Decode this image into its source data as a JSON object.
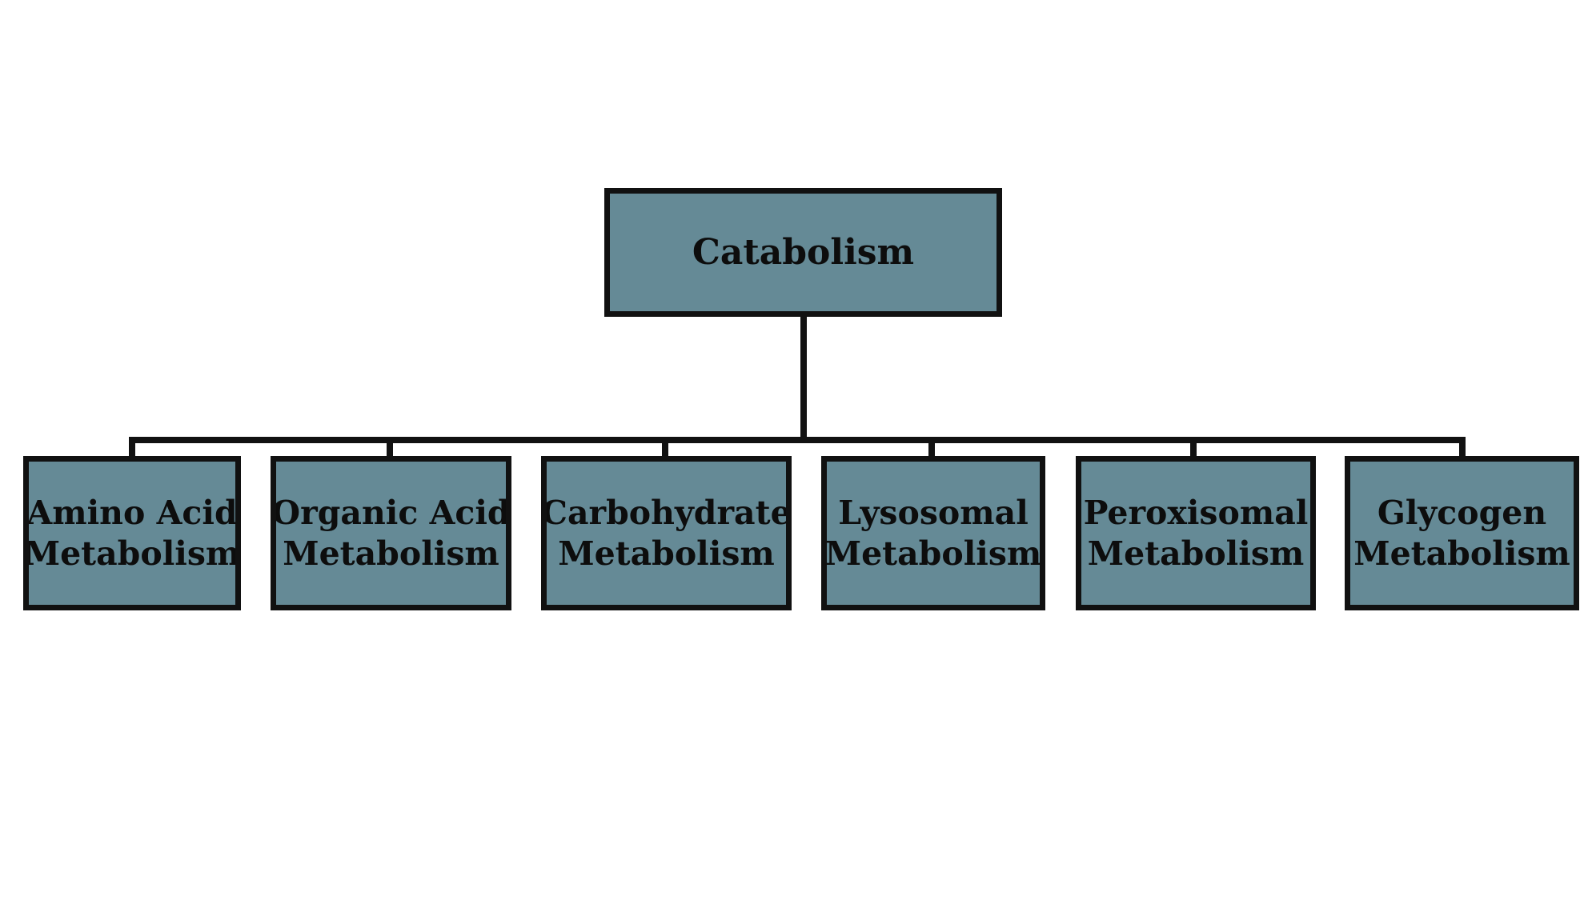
{
  "colors": {
    "node_fill": "#658a96",
    "node_border": "#111111",
    "connector": "#111111",
    "background": "#ffffff"
  },
  "root": {
    "label": "Catabolism"
  },
  "children": [
    {
      "line1": "Amino Acid",
      "line2": "Metabolism"
    },
    {
      "line1": "Organic Acid",
      "line2": "Metabolism"
    },
    {
      "line1": "Carbohydrate",
      "line2": "Metabolism"
    },
    {
      "line1": "Lysosomal",
      "line2": "Metabolism"
    },
    {
      "line1": "Peroxisomal",
      "line2": "Metabolism"
    },
    {
      "line1": "Glycogen",
      "line2": "Metabolism"
    }
  ]
}
